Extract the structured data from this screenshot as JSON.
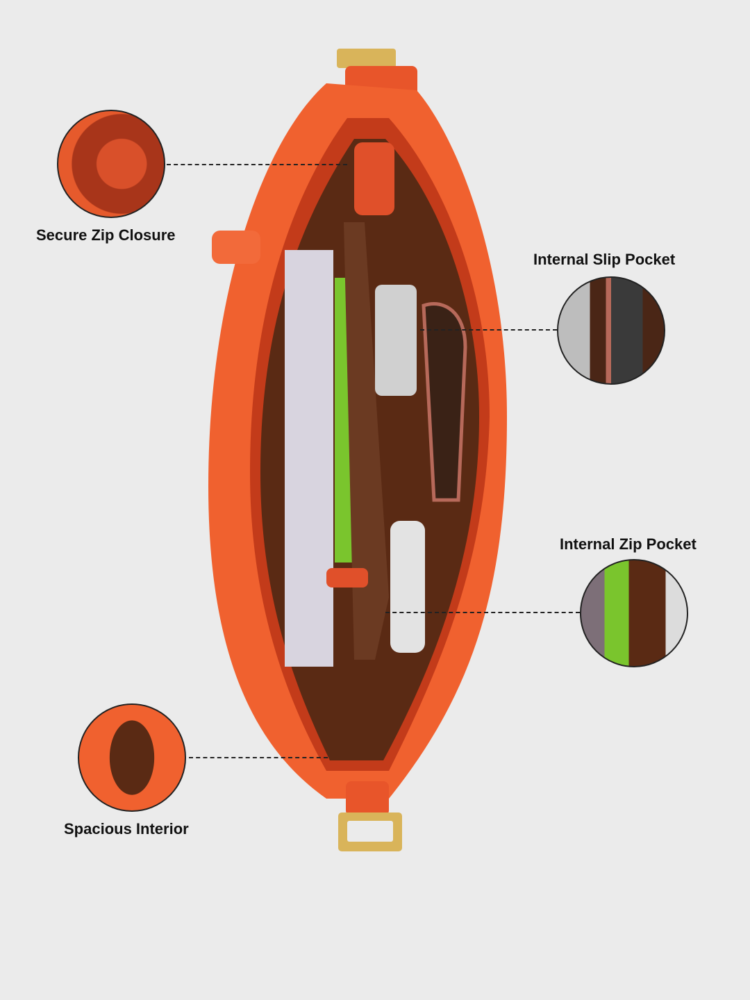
{
  "callouts": [
    {
      "label": "Secure Zip Closure"
    },
    {
      "label": "Internal Slip Pocket"
    },
    {
      "label": "Internal Zip Pocket"
    },
    {
      "label": "Spacious Interior"
    }
  ],
  "colors": {
    "background": "#ebebeb",
    "bag": "#f0612f",
    "lining": "#5a2a14",
    "hardware": "#d9b45a"
  }
}
